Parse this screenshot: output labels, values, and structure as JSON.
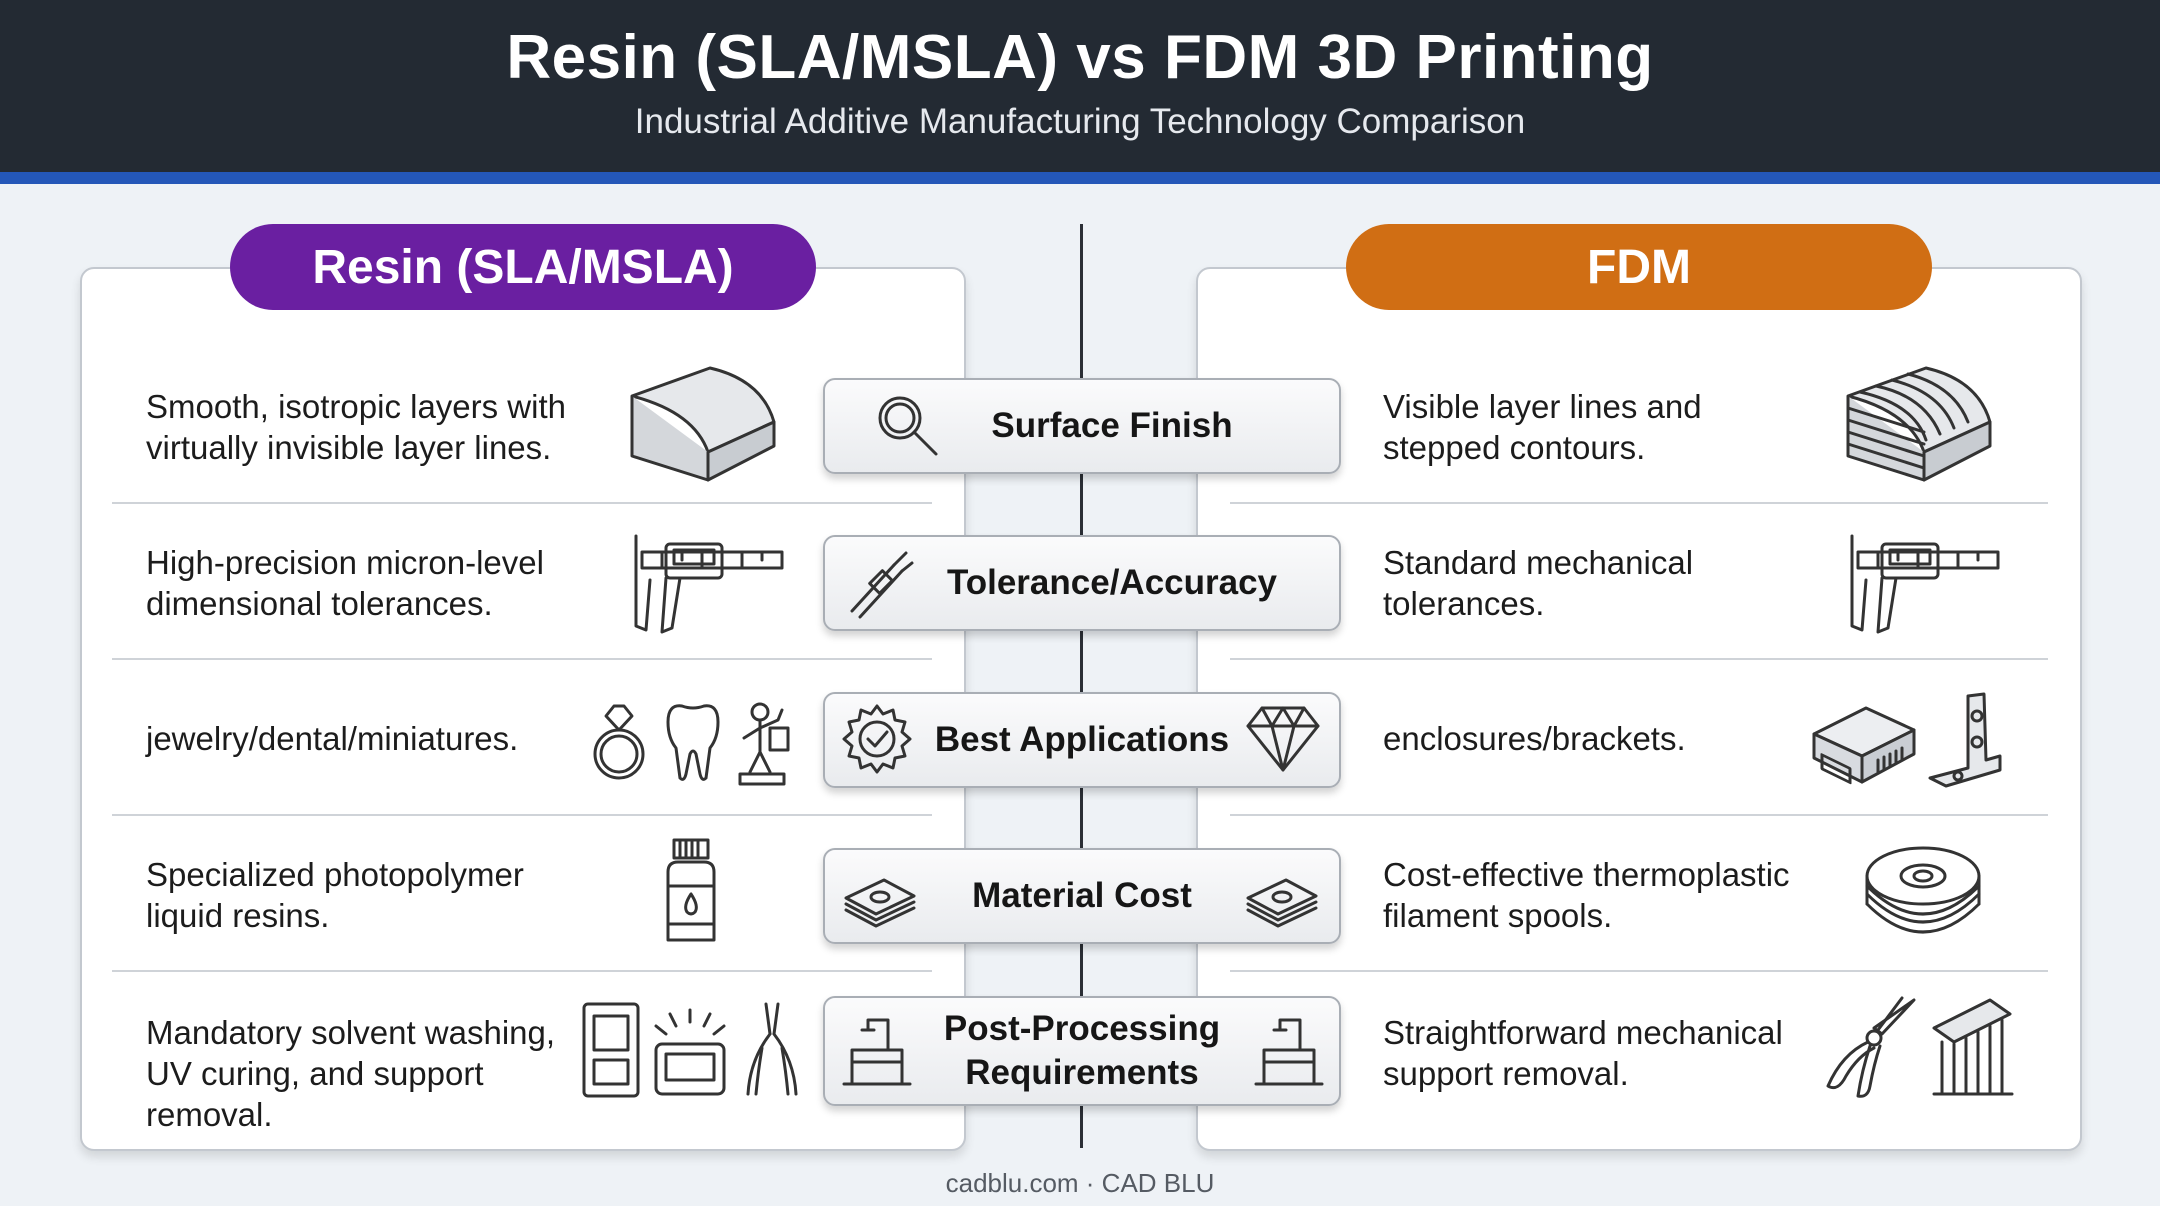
{
  "header": {
    "title": "Resin (SLA/MSLA) vs FDM 3D Printing",
    "subtitle": "Industrial Additive Manufacturing Technology Comparison"
  },
  "colors": {
    "header_bg": "#232a33",
    "accent_blue": "#2457b8",
    "resin_purple": "#6a1fa1",
    "fdm_orange": "#d06e14"
  },
  "left": {
    "heading": "Resin (SLA/MSLA)",
    "rows": [
      {
        "text_lines": [
          "Smooth, isotropic layers with",
          "virtually invisible layer lines."
        ],
        "icons": [
          "smooth-block-icon"
        ]
      },
      {
        "text_lines": [
          "High-precision micron-level",
          "dimensional tolerances."
        ],
        "icons": [
          "caliper-icon"
        ]
      },
      {
        "text_lines": [
          "jewelry/dental/miniatures."
        ],
        "icons": [
          "ring-icon",
          "tooth-icon",
          "miniature-figure-icon"
        ]
      },
      {
        "text_lines": [
          "Specialized photopolymer",
          "liquid resins."
        ],
        "icons": [
          "resin-bottle-icon"
        ]
      },
      {
        "text_lines": [
          "Mandatory solvent washing,",
          "UV curing, and support",
          "removal."
        ],
        "icons": [
          "wash-station-icon",
          "uv-cure-station-icon",
          "flush-cutter-icon"
        ]
      }
    ]
  },
  "right": {
    "heading": "FDM",
    "rows": [
      {
        "text_lines": [
          "Visible layer lines and",
          "stepped contours."
        ],
        "icons": [
          "layered-block-icon"
        ]
      },
      {
        "text_lines": [
          "Standard mechanical",
          "tolerances."
        ],
        "icons": [
          "caliper-icon"
        ]
      },
      {
        "text_lines": [
          "enclosures/brackets."
        ],
        "icons": [
          "enclosure-box-icon",
          "angle-bracket-icon"
        ]
      },
      {
        "text_lines": [
          "Cost-effective thermoplastic",
          "filament spools."
        ],
        "icons": [
          "filament-spool-icon"
        ]
      },
      {
        "text_lines": [
          "Straightforward mechanical",
          "support removal."
        ],
        "icons": [
          "pliers-icon",
          "support-removal-icon"
        ]
      }
    ]
  },
  "criteria": [
    {
      "label_lines": [
        "Surface Finish"
      ],
      "icons": [
        "magnifier-icon"
      ]
    },
    {
      "label_lines": [
        "Tolerance/Accuracy"
      ],
      "icons": [
        "caliper-icon"
      ]
    },
    {
      "label_lines": [
        "Best Applications"
      ],
      "icons": [
        "gear-check-icon",
        "diamond-icon"
      ]
    },
    {
      "label_lines": [
        "Material Cost"
      ],
      "icons": [
        "money-stack-icon",
        "money-stack-icon"
      ]
    },
    {
      "label_lines": [
        "Post-Processing",
        "Requirements"
      ],
      "icons": [
        "wash-tank-icon",
        "wash-tank-icon"
      ]
    }
  ],
  "footer": "cadblu.com · CAD BLU"
}
